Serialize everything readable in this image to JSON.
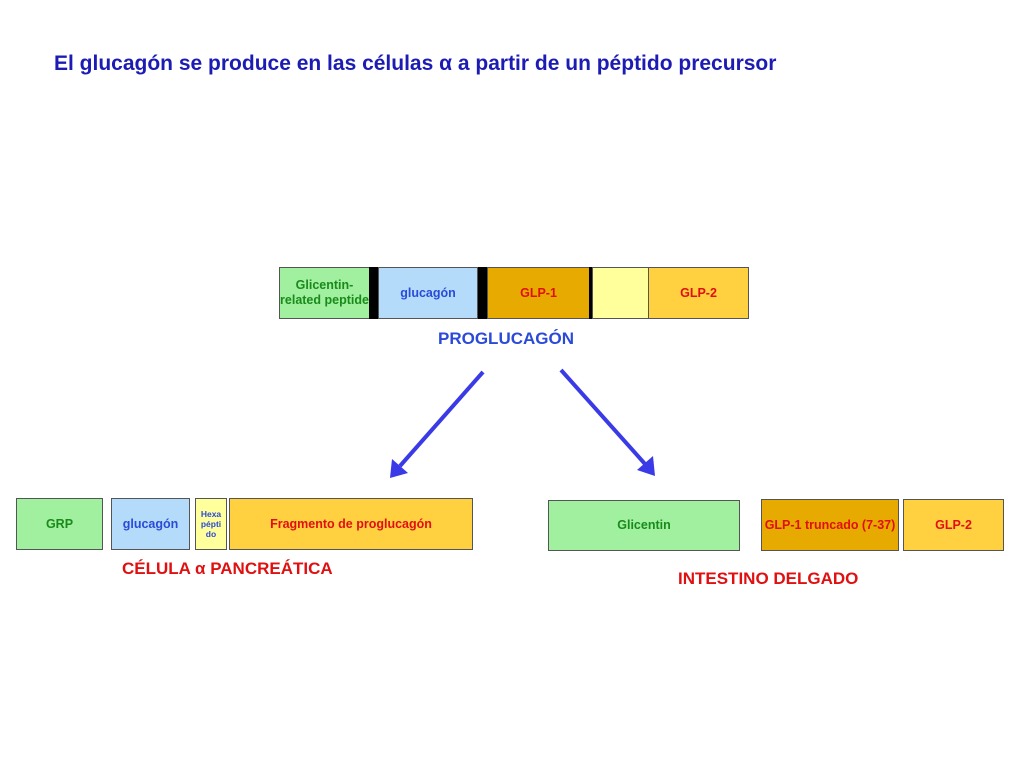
{
  "title": "El  glucagón se produce en las células α  a partir de un péptido precursor",
  "colors": {
    "title": "#1c1cb4",
    "green": "#a0f0a0",
    "blue": "#b4dcfa",
    "orange_dark": "#e6aa00",
    "light_yellow": "#ffff9b",
    "yellow": "#ffd040",
    "red_text": "#e01010",
    "blue_text": "#2a4ad8",
    "arrow": "#3a3ae6"
  },
  "proglucagon": {
    "segments": [
      {
        "label": "Glicentin- related peptide",
        "text_color": "#1a8a1a"
      },
      {
        "label": "glucagón",
        "text_color": "#2a4ad8"
      },
      {
        "label": "GLP-1",
        "text_color": "#e01010"
      },
      {
        "label": "",
        "text_color": "#000000"
      },
      {
        "label": "GLP-2",
        "text_color": "#e01010"
      }
    ],
    "label": "PROGLUCAGÓN"
  },
  "pancreas": {
    "segments": [
      {
        "label": "GRP",
        "text_color": "#1a8a1a"
      },
      {
        "label": "glucagón",
        "text_color": "#2a4ad8"
      },
      {
        "label": "Hexa pépti do",
        "text_color": "#2a4ad8"
      },
      {
        "label": "Fragmento  de proglucagón",
        "text_color": "#e01010"
      }
    ],
    "label": "CÉLULA α PANCREÁTICA"
  },
  "intestine": {
    "segments": [
      {
        "label": "Glicentin",
        "text_color": "#1a8a1a"
      },
      {
        "label": "GLP-1 truncado (7-37)",
        "text_color": "#e01010"
      },
      {
        "label": "GLP-2",
        "text_color": "#e01010"
      }
    ],
    "label": "INTESTINO DELGADO"
  }
}
